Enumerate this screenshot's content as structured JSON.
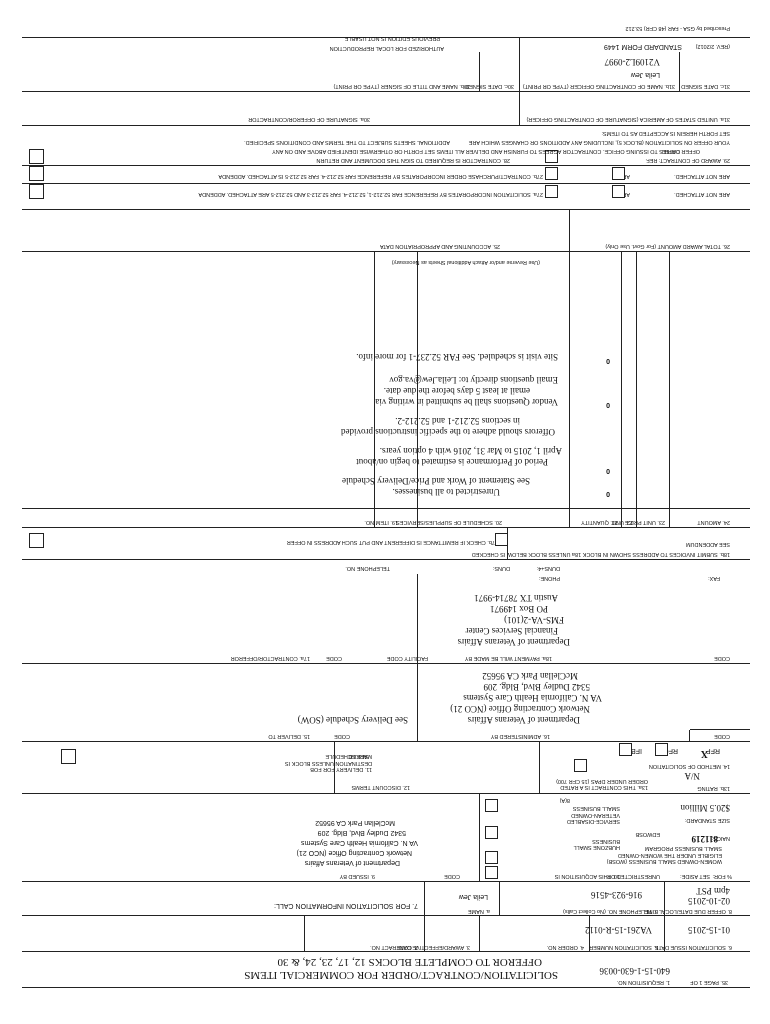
{
  "header": {
    "title_line1": "SOLICITATION/CONTRACT/ORDER FOR COMMERCIAL ITEMS",
    "title_line2": "OFFEROR TO COMPLETE BLOCKS 12, 17, 23, 24, & 30",
    "page_of_label": "35. PAGE 1 OF",
    "requisition_label": "1. REQUISITION NO.",
    "requisition_number": "640-15-1-630-0036"
  },
  "row2": {
    "contract_no_label": "2. CONTRACT NO.",
    "award_date_label": "3. AWARD/EFFECTIVE DATE",
    "order_no_label": "4. ORDER NO.",
    "solicitation_no_label": "5. SOLICITATION NUMBER",
    "solicitation_issue_label": "6. SOLICITATION ISSUE DATE",
    "solicitation_number": "VA261-15-R-0112",
    "issue_date": "01-15-2015"
  },
  "row7": {
    "info_call_label": "7. FOR SOLICITATION INFORMATION CALL:",
    "name_label": "a. NAME",
    "name": "Leila Jew",
    "phone_label": "b. TELEPHONE NO. (No Collect Calls)",
    "phone": "916-923-4516",
    "offer_due_label": "8. OFFER DUE DATE/LOCAL TIME",
    "offer_due_date": "02-10-2015",
    "offer_due_time": "4pm PST"
  },
  "row9": {
    "issued_by_label": "9. ISSUED BY",
    "code_label": "CODE",
    "issued_lines": [
      "Department of Veterans Affairs",
      "Network Contracting Office (NCO 21)",
      "VA N. California Health Care Systems",
      "5342 Dudley Blvd, Bldg. 209",
      "McClellan Park CA 95652"
    ],
    "acq_label": "10. THIS ACQUISITION IS",
    "unrestricted_label": "UNRESTRICTED OR",
    "set_aside_label": "SET ASIDE:",
    "set_aside_pct": "% FOR:",
    "wosb_label": "WOMEN-OWNED SMALL BUSINESS (WOSB) ELIGIBLE UNDER THE WOMEN-OWNED SMALL BUSINESS PROGRAM",
    "edwosb_label": "EDWOSB",
    "sdvosb_label": "SERVICE-DISABLED VETERAN-OWNED SMALL BUSINESS",
    "hubzone_label": "HUBZONE SMALL BUSINESS",
    "eight_a_label": "8(A)",
    "naics_label": "NAICS:",
    "naics": "811219",
    "size_label": "SIZE STANDARD:",
    "size": "$20.5 Million"
  },
  "row11": {
    "delivery_label": "11. DELIVERY FOR FOB DESTINATION UNLESS BLOCK IS MARKED",
    "see_schedule": "SEE SCHEDULE",
    "discount_label": "12. DISCOUNT TERMS",
    "rated_label": "13a. THIS CONTRACT IS A RATED ORDER UNDER DPAS (15 CFR 700)",
    "rating_label": "13b. RATING",
    "rating": "N/A",
    "method_label": "14. METHOD OF SOLICITATION",
    "rfq": "RFQ",
    "ifb": "IFB",
    "rfp": "RFP",
    "rfp_mark": "X"
  },
  "row15": {
    "deliver_to_label": "15. DELIVER TO",
    "code_label": "CODE",
    "deliver_value": "See Delivery Schedule (SOW)",
    "administered_label": "16. ADMINISTERED BY",
    "admin_lines": [
      "Department of Veterans Affairs",
      "Network Contracting Office (NCO 21)",
      "VA N. California Health Care Systems",
      "5342 Dudley Blvd, Bldg. 209",
      "McClellan Park CA 95652"
    ]
  },
  "row17": {
    "contractor_label": "17a. CONTRACTOR/OFFEROR",
    "code_label": "CODE",
    "facility_label": "FACILITY CODE",
    "payment_label": "18a. PAYMENT WILL BE MADE BY",
    "payment_lines": [
      "Department of Veterans Affairs",
      "Financial Services Center",
      "FMS-VA-2(101)",
      "PO Box 149971",
      "Austin TX 78714-9971"
    ],
    "phone_label": "PHONE:",
    "fax_label": "FAX:",
    "telephone_label": "TELEPHONE NO.",
    "duns_label": "DUNS:",
    "duns4_label": "DUNS+4:",
    "remit_label": "17b. CHECK IF REMITTANCE IS DIFFERENT AND PUT SUCH ADDRESS IN OFFER",
    "submit_label": "18b. SUBMIT INVOICES TO ADDRESS SHOWN IN BLOCK 18a UNLESS BLOCK BELOW IS CHECKED",
    "see_addendum": "SEE ADDENDUM"
  },
  "schedule": {
    "col_item": "19. ITEM NO.",
    "col_supplies": "20. SCHEDULE OF SUPPLIES/SERVICES",
    "col_qty": "21. QUANTITY",
    "col_unit": "22. UNIT",
    "col_price": "23. UNIT PRICE",
    "col_amount": "24. AMOUNT",
    "lines": [
      "See Statement of Work and Price/Delivery Schedule",
      "Unrestricted to all businesses.",
      "Period of Performance is estimated to begin on/about",
      "April 1, 2015 to Mar 31, 2016 with 4 option years.",
      "Offerors should adhere to the specific instructions provided",
      "in sections 52.212-1 and 52.212-2.",
      "Vendor Questions shall be submitted in writing via",
      "email at least 5 days before the due date.",
      "Email questions directly to: Leila.Jew@va.gov",
      "Site visit is scheduled. See FAR 52.237-1 for more info."
    ],
    "quantities": [
      "0",
      "0",
      "0",
      "0"
    ],
    "footnote": "(Use Reverse and/or Attach Additional Sheets as Necessary)"
  },
  "row25": {
    "accounting_label": "25. ACCOUNTING AND APPROPRIATION DATA",
    "total_label": "26. TOTAL AWARD AMOUNT (For Govt. Use Only)"
  },
  "row27": {
    "a_text": "27a. SOLICITATION INCORPORATES BY REFERENCE FAR 52.212-1, 52.212-4. FAR 52.212-3 AND 52.212-5 ARE ATTACHED. ADDENDA",
    "b_text": "27b. CONTRACT/PURCHASE ORDER INCORPORATES BY REFERENCE FAR 52.212-4. FAR 52.212-5 IS ATTACHED. ADDENDA",
    "are": "ARE",
    "are_not": "ARE NOT ATTACHED."
  },
  "row28": {
    "contractor_text_1": "28. CONTRACTOR IS REQUIRED TO SIGN THIS DOCUMENT AND RETURN",
    "contractor_text_2": "COPIES TO ISSUING OFFICE. CONTRACTOR AGREES TO FURNISH AND DELIVER ALL ITEMS SET FORTH OR OTHERWISE IDENTIFIED ABOVE AND ON ANY",
    "contractor_text_3": "ADDITIONAL SHEETS SUBJECT TO THE TERMS AND CONDITIONS SPECIFIED.",
    "award_text_1": "29. AWARD OF CONTRACT: REF.",
    "award_text_2": "OFFER DATED",
    "award_text_3": "YOUR OFFER ON SOLICITATION (BLOCK 5), INCLUDING ANY ADDITIONS OR CHANGES WHICH ARE",
    "award_text_4": "SET FORTH HEREIN IS ACCEPTED AS TO ITEMS:"
  },
  "row30": {
    "sig_contractor_label": "30a. SIGNATURE OF OFFEROR/CONTRACTOR",
    "sig_us_label": "31a. UNITED STATES OF AMERICA (SIGNATURE OF CONTRACTING OFFICER)",
    "name_signer_label": "30b. NAME AND TITLE OF SIGNER (TYPE OR PRINT)",
    "date_signed_30c": "30c. DATE SIGNED",
    "name_co_label": "31b. NAME OF CONTRACTING OFFICER (TYPE OR PRINT)",
    "co_name": "Leila Jew",
    "date_signed_31c": "31c. DATE SIGNED"
  },
  "footer": {
    "auth_local_1": "AUTHORIZED FOR LOCAL REPRODUCTION",
    "auth_local_2": "PREVIOUS EDITION IS NOT USABLE",
    "standard_form": "STANDARD FORM 1449",
    "rev": "(REV. 2/2012)",
    "prescribed": "Prescribed by GSA - FAR (48 CFR) 53.212",
    "form_code": "V2109L2-0997"
  }
}
